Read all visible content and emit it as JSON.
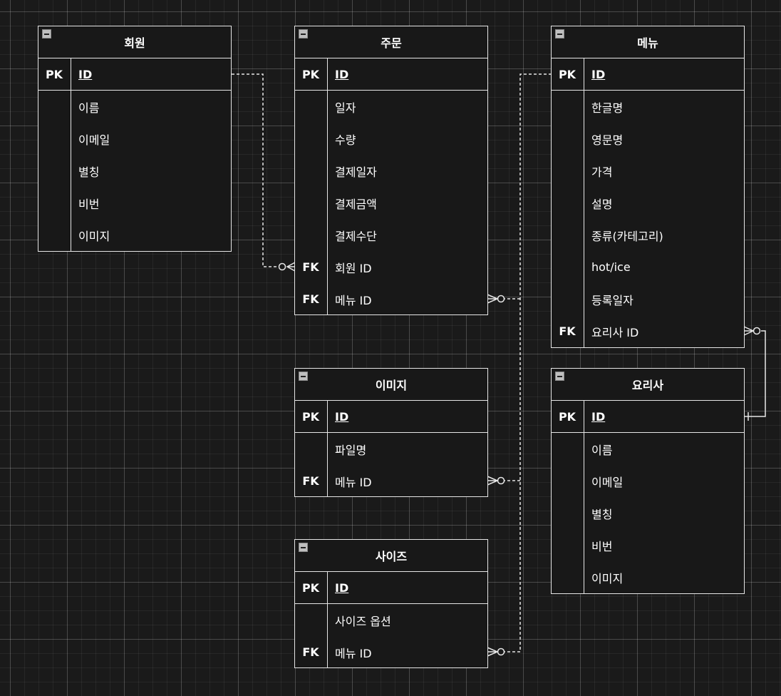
{
  "entities": [
    {
      "id": "member",
      "title": "회원",
      "pk": "ID",
      "rows": [
        {
          "key": "",
          "name": "이름"
        },
        {
          "key": "",
          "name": "이메일"
        },
        {
          "key": "",
          "name": "별칭"
        },
        {
          "key": "",
          "name": "비번"
        },
        {
          "key": "",
          "name": "이미지"
        }
      ]
    },
    {
      "id": "order",
      "title": "주문",
      "pk": "ID",
      "rows": [
        {
          "key": "",
          "name": "일자"
        },
        {
          "key": "",
          "name": "수량"
        },
        {
          "key": "",
          "name": "결제일자"
        },
        {
          "key": "",
          "name": "결제금액"
        },
        {
          "key": "",
          "name": "결제수단"
        },
        {
          "key": "FK",
          "name": "회원 ID"
        },
        {
          "key": "FK",
          "name": "메뉴 ID"
        }
      ]
    },
    {
      "id": "menu",
      "title": "메뉴",
      "pk": "ID",
      "rows": [
        {
          "key": "",
          "name": "한글명"
        },
        {
          "key": "",
          "name": "영문명"
        },
        {
          "key": "",
          "name": "가격"
        },
        {
          "key": "",
          "name": "설명"
        },
        {
          "key": "",
          "name": "종류(카테고리)"
        },
        {
          "key": "",
          "name": "hot/ice"
        },
        {
          "key": "",
          "name": "등록일자"
        },
        {
          "key": "FK",
          "name": "요리사 ID"
        }
      ]
    },
    {
      "id": "image",
      "title": "이미지",
      "pk": "ID",
      "rows": [
        {
          "key": "",
          "name": "파일명"
        },
        {
          "key": "FK",
          "name": "메뉴 ID"
        }
      ]
    },
    {
      "id": "chef",
      "title": "요리사",
      "pk": "ID",
      "rows": [
        {
          "key": "",
          "name": "이름"
        },
        {
          "key": "",
          "name": "이메일"
        },
        {
          "key": "",
          "name": "별칭"
        },
        {
          "key": "",
          "name": "비번"
        },
        {
          "key": "",
          "name": "이미지"
        }
      ]
    },
    {
      "id": "size",
      "title": "사이즈",
      "pk": "ID",
      "rows": [
        {
          "key": "",
          "name": "사이즈 옵션"
        },
        {
          "key": "FK",
          "name": "메뉴 ID"
        }
      ]
    }
  ],
  "pk_label": "PK",
  "relationships": [
    {
      "from": "member.ID",
      "to": "order.회원 ID",
      "cardinality": "one-to-zero-or-many"
    },
    {
      "from": "menu.ID",
      "to": "order.메뉴 ID",
      "cardinality": "one-to-zero-or-many"
    },
    {
      "from": "menu.ID",
      "to": "image.메뉴 ID",
      "cardinality": "one-to-zero-or-many"
    },
    {
      "from": "menu.ID",
      "to": "size.메뉴 ID",
      "cardinality": "one-to-zero-or-many"
    },
    {
      "from": "chef.ID",
      "to": "menu.요리사 ID",
      "cardinality": "one-to-zero-or-many"
    }
  ],
  "colors": {
    "background": "#1a1a1a",
    "line": "#e6e6e6",
    "entity_fill": "#181818"
  }
}
